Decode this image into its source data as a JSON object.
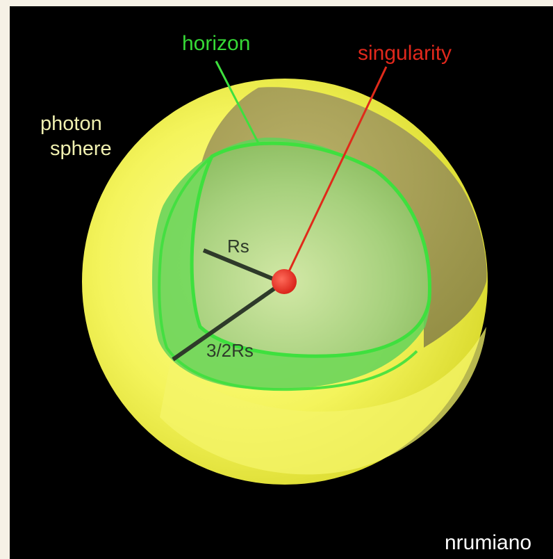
{
  "labels": {
    "horizon": "horizon",
    "singularity": "singularity",
    "photon_line1": "photon",
    "photon_line2": "sphere",
    "rs": "Rs",
    "three_half_rs": "3/2Rs",
    "credit": "nrumiano"
  },
  "colors": {
    "background": "#000000",
    "frame": "#f6f1e6",
    "photon_sphere": "#f2f25a",
    "horizon": "#33dd33",
    "singularity": "#ee2222",
    "photon_label": "#f0f0b0",
    "radius_line": "#2e3a2a"
  }
}
